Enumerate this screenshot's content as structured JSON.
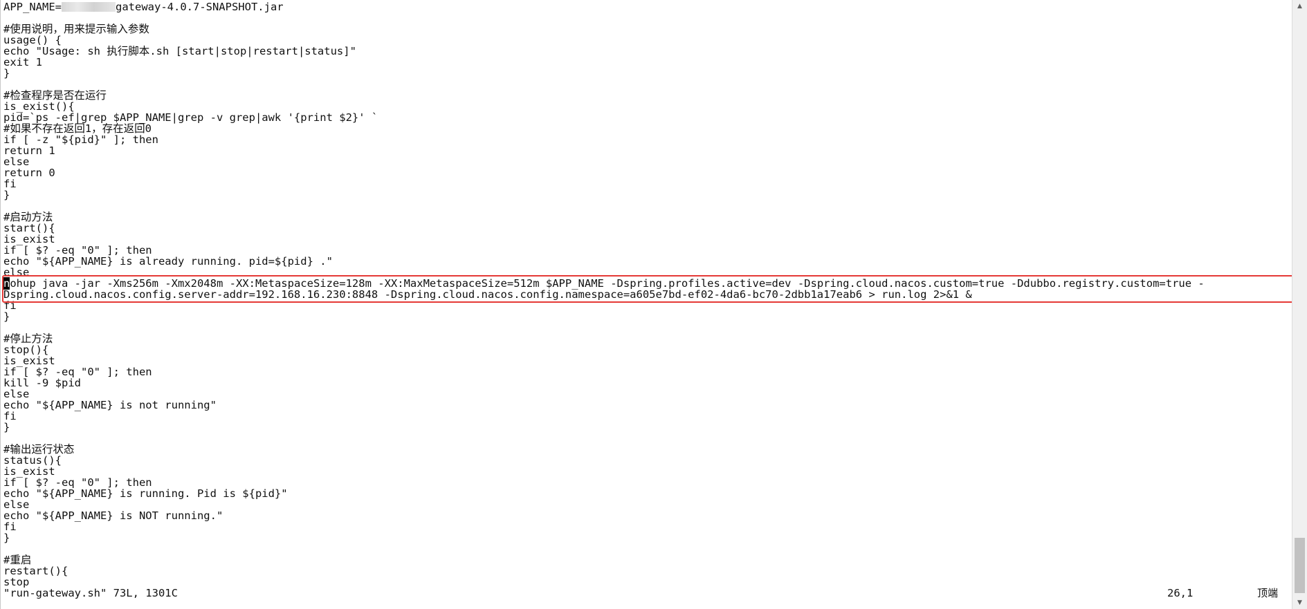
{
  "editor": {
    "app_name_prefix": "APP_NAME=",
    "app_name_suffix": "gateway-4.0.7-SNAPSHOT.jar",
    "lines_before": [
      "",
      "#使用说明，用来提示输入参数",
      "usage() {",
      "echo \"Usage: sh 执行脚本.sh [start|stop|restart|status]\"",
      "exit 1",
      "}",
      "",
      "#检查程序是否在运行",
      "is_exist(){",
      "pid=`ps -ef|grep $APP_NAME|grep -v grep|awk '{print $2}' `",
      "#如果不存在返回1，存在返回0",
      "if [ -z \"${pid}\" ]; then",
      "return 1",
      "else",
      "return 0",
      "fi",
      "}",
      "",
      "#启动方法",
      "start(){",
      "is_exist",
      "if [ $? -eq \"0\" ]; then",
      "echo \"${APP_NAME} is already running. pid=${pid} .\"",
      "else"
    ],
    "cursor_char": "n",
    "nohup_line_rest": "ohup java -jar -Xms256m -Xmx2048m -XX:MetaspaceSize=128m -XX:MaxMetaspaceSize=512m $APP_NAME -Dspring.profiles.active=dev -Dspring.cloud.nacos.custom=true -Ddubbo.registry.custom=true -",
    "nohup_line_wrap": "Dspring.cloud.nacos.config.server-addr=192.168.16.230:8848 -Dspring.cloud.nacos.config.namespace=a605e7bd-ef02-4da6-bc70-2dbb1a17eab6 > run.log 2>&1 &",
    "lines_after": [
      "fi",
      "}",
      "",
      "#停止方法",
      "stop(){",
      "is_exist",
      "if [ $? -eq \"0\" ]; then",
      "kill -9 $pid",
      "else",
      "echo \"${APP_NAME} is not running\"",
      "fi",
      "}",
      "",
      "#输出运行状态",
      "status(){",
      "is_exist",
      "if [ $? -eq \"0\" ]; then",
      "echo \"${APP_NAME} is running. Pid is ${pid}\"",
      "else",
      "echo \"${APP_NAME} is NOT running.\"",
      "fi",
      "}",
      "",
      "#重启",
      "restart(){",
      "stop"
    ]
  },
  "status": {
    "file_info": "\"run-gateway.sh\" 73L, 1301C",
    "cursor_pos": "26,1",
    "scroll_pos": "顶端"
  },
  "colors": {
    "highlight_border": "#e53935",
    "text": "#111111",
    "background": "#ffffff"
  },
  "icons": {
    "scroll_up": "▲",
    "scroll_down": "▼"
  }
}
